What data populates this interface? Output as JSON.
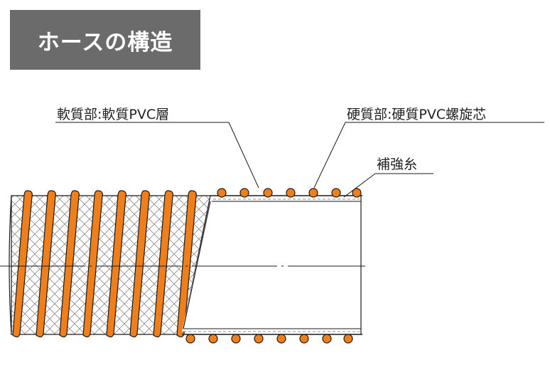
{
  "title": "ホースの構造",
  "labels": {
    "soft_part": "軟質部:軟質PVC層",
    "hard_part": "硬質部:硬質PVC螺旋芯",
    "reinforcement": "補強糸"
  },
  "colors": {
    "helix": "#EE7F1B",
    "outline": "#1a1a1a",
    "title_bg": "#6b6b6b",
    "mesh": "#777777"
  }
}
